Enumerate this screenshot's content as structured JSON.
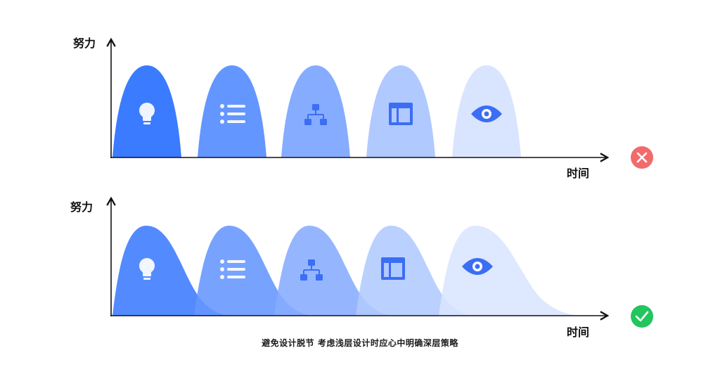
{
  "diagram": {
    "top": {
      "y_label": "努力",
      "x_label": "时间",
      "status": "wrong",
      "status_icon": "close-icon",
      "status_color": "#f26b6b",
      "stages": [
        {
          "icon": "lightbulb-icon",
          "color": "#3b7bff"
        },
        {
          "icon": "list-icon",
          "color": "#6496ff"
        },
        {
          "icon": "hierarchy-icon",
          "color": "#86acff"
        },
        {
          "icon": "layout-icon",
          "color": "#b0c9ff"
        },
        {
          "icon": "eye-icon",
          "color": "#d9e5ff"
        }
      ]
    },
    "bottom": {
      "y_label": "努力",
      "x_label": "时间",
      "status": "correct",
      "status_icon": "check-icon",
      "status_color": "#22c55e",
      "stages": [
        {
          "icon": "lightbulb-icon",
          "color": "#3b7bff"
        },
        {
          "icon": "list-icon",
          "color": "#6496ff"
        },
        {
          "icon": "hierarchy-icon",
          "color": "#86acff"
        },
        {
          "icon": "layout-icon",
          "color": "#b0c9ff"
        },
        {
          "icon": "eye-icon",
          "color": "#d9e5ff"
        }
      ]
    }
  },
  "caption": "避免设计脱节 考虑浅层设计时应心中明确深层策略"
}
